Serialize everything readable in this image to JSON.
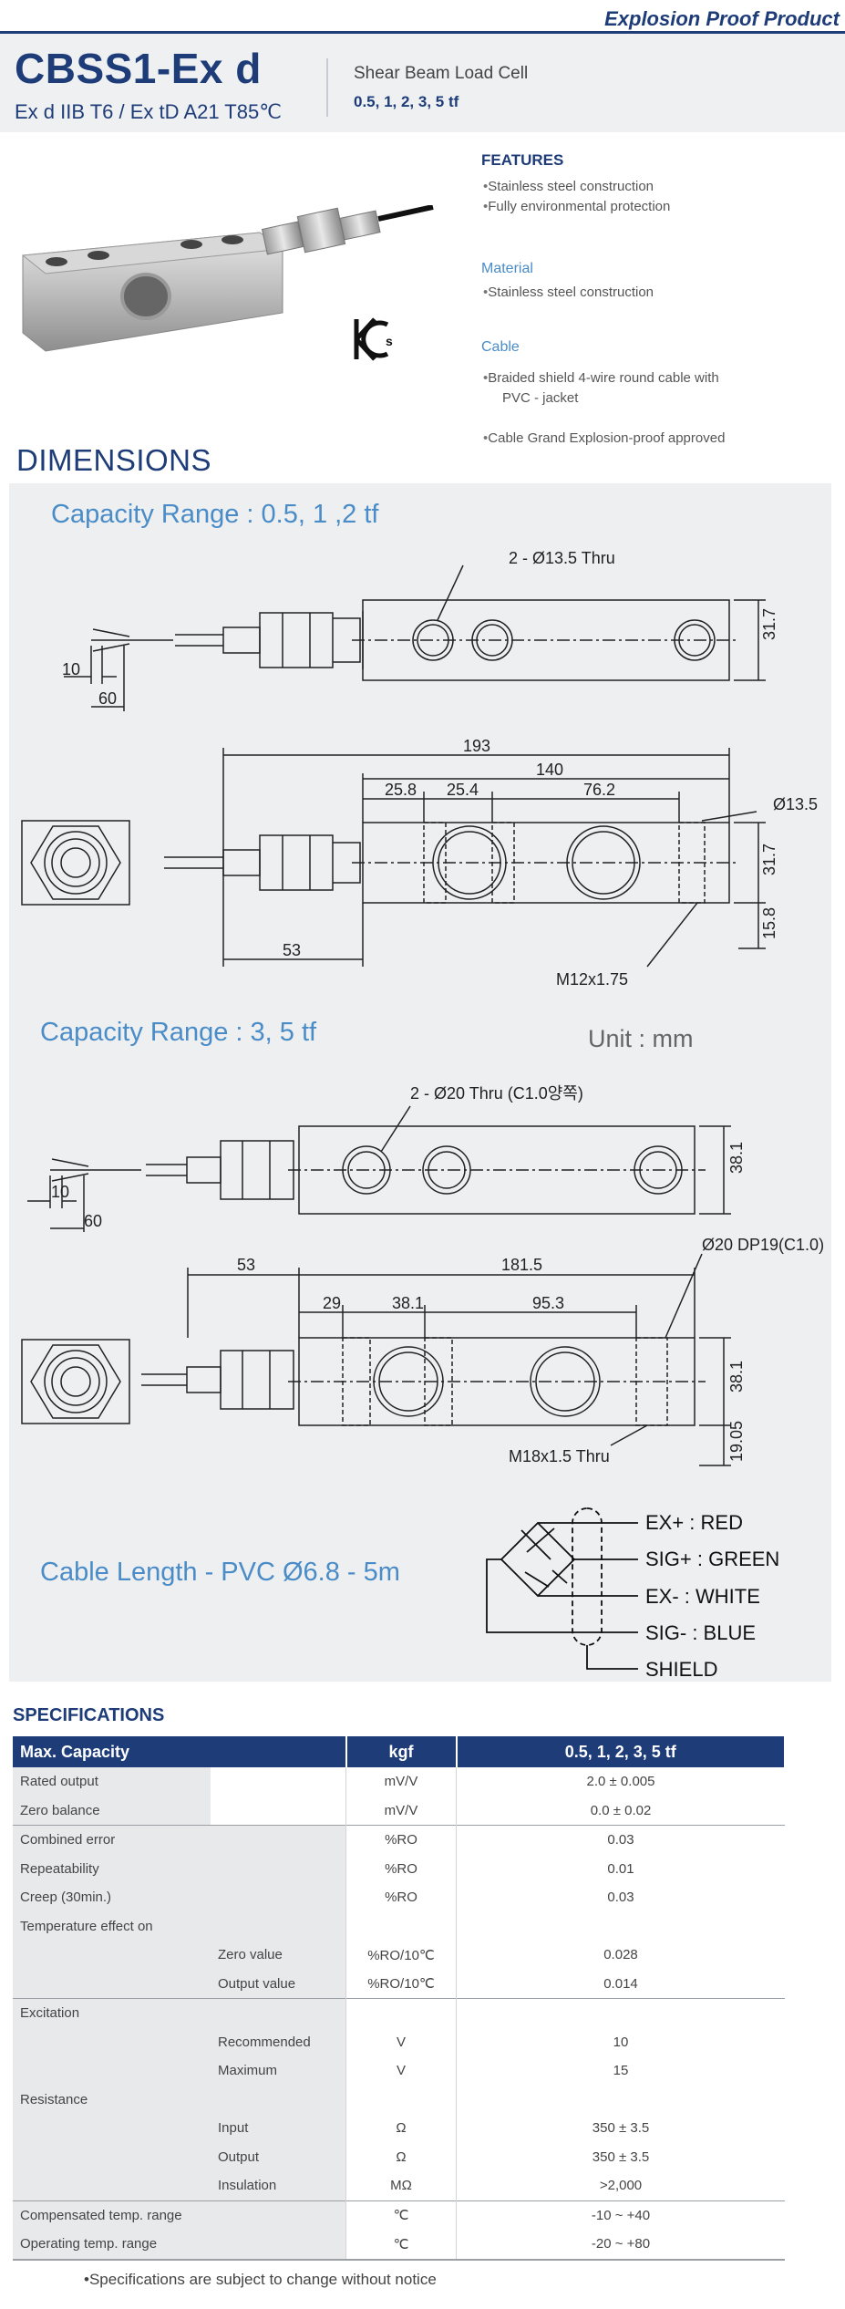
{
  "header": {
    "tag": "Explosion Proof Product",
    "model": "CBSS1-Ex d",
    "certification": "Ex d IIB T6 / Ex tD A21 T85℃",
    "product_type": "Shear Beam Load Cell",
    "capacities": "0.5, 1, 2, 3, 5 tf"
  },
  "features": {
    "title": "FEATURES",
    "items": [
      "Stainless steel construction",
      "Fully environmental protection"
    ],
    "material_title": "Material",
    "material_items": [
      "Stainless steel construction"
    ],
    "cable_title": "Cable",
    "cable_items": [
      "Braided shield 4-wire round cable with",
      "PVC - jacket",
      "Cable Grand Explosion-proof approved"
    ]
  },
  "kc_mark": "KC",
  "dimensions": {
    "title": "DIMENSIONS",
    "range1_label": "Capacity Range : ",
    "range1_value": "0.5, 1 ,2 tf",
    "range2_label": "Capacity Range : ",
    "range2_value": "3, 5 tf",
    "unit": "Unit : mm",
    "cable_length": "Cable Length - PVC Ø6.8 - 5m",
    "drawing1": {
      "holes": "2 - Ø13.5 Thru",
      "d10": "10",
      "d60": "60",
      "h317": "31.7",
      "d193": "193",
      "d140": "140",
      "d258": "25.8",
      "d254": "25.4",
      "d762": "76.2",
      "d135": "Ø13.5",
      "h317b": "31.7",
      "h158": "15.8",
      "thread": "M12x1.75",
      "d53": "53"
    },
    "drawing2": {
      "holes": "2 - Ø20 Thru (C1.0양쪽)",
      "d10": "10",
      "d60": "60",
      "h381": "38.1",
      "d53": "53",
      "d1815": "181.5",
      "d29": "29",
      "d381": "38.1",
      "d953": "95.3",
      "hole": "Ø20 DP19(C1.0)",
      "h381b": "38.1",
      "h1905": "19.05",
      "thread": "M18x1.5 Thru"
    },
    "wiring": [
      "EX+ : RED",
      "SIG+ : GREEN",
      "EX- : WHITE",
      "SIG- : BLUE",
      "SHIELD"
    ]
  },
  "specs": {
    "title": "SPECIFICATIONS",
    "headers": [
      "Max. Capacity",
      "kgf",
      "0.5, 1, 2, 3, 5 tf"
    ],
    "rows": [
      {
        "a": "Rated output",
        "b": "",
        "unit": "mV/V",
        "val": "2.0 ± 0.005"
      },
      {
        "a": "Zero balance",
        "b": "",
        "unit": "mV/V",
        "val": "0.0 ± 0.02"
      },
      {
        "a": "Combined error",
        "b": "",
        "unit": "%RO",
        "val": "0.03"
      },
      {
        "a": "Repeatability",
        "b": "",
        "unit": "%RO",
        "val": "0.01"
      },
      {
        "a": "Creep (30min.)",
        "b": "",
        "unit": "%RO",
        "val": "0.03"
      },
      {
        "a": "Temperature effect on",
        "b": "",
        "unit": "",
        "val": ""
      },
      {
        "a": "",
        "b": "Zero value",
        "unit": "%RO/10℃",
        "val": "0.028"
      },
      {
        "a": "",
        "b": "Output  value",
        "unit": "%RO/10℃",
        "val": "0.014"
      },
      {
        "a": "Excitation",
        "b": "",
        "unit": "",
        "val": ""
      },
      {
        "a": "",
        "b": "Recommended",
        "unit": "V",
        "val": "10"
      },
      {
        "a": "",
        "b": "Maximum",
        "unit": "V",
        "val": "15"
      },
      {
        "a": "Resistance",
        "b": "",
        "unit": "",
        "val": ""
      },
      {
        "a": "",
        "b": "Input",
        "unit": "Ω",
        "val": "350 ± 3.5"
      },
      {
        "a": "",
        "b": "Output",
        "unit": "Ω",
        "val": "350 ± 3.5"
      },
      {
        "a": "",
        "b": "Insulation",
        "unit": "MΩ",
        "val": ">2,000"
      },
      {
        "a": "Compensated temp. range",
        "b": "",
        "unit": "℃",
        "val": "-10 ~ +40"
      },
      {
        "a": "Operating temp. range",
        "b": "",
        "unit": "℃",
        "val": "-20 ~ +80"
      }
    ],
    "note": "Specifications are subject to change without notice"
  }
}
